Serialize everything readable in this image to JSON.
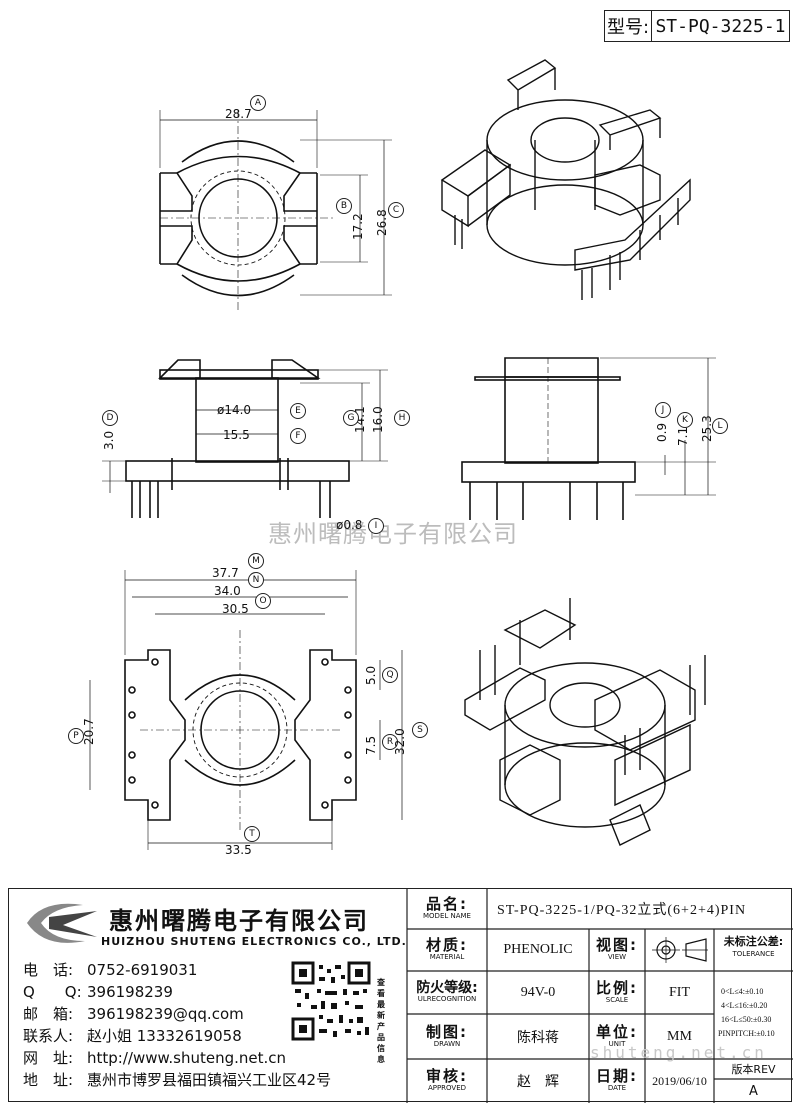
{
  "header": {
    "model_label": "型号:",
    "model_value": "ST-PQ-3225-1"
  },
  "watermark": "惠州曙腾电子有限公司",
  "watermark_url": "shuteng.net.cn",
  "drawing": {
    "top_view": {
      "dim_a": "28.7",
      "dim_b": "17.2",
      "dim_c": "26.8",
      "marks": [
        "A",
        "B",
        "C"
      ]
    },
    "side_view": {
      "dim_d": "3.0",
      "dim_e": "ø14.0",
      "dim_f": "15.5",
      "dim_g": "14.1",
      "dim_h": "16.0",
      "dim_i": "ø0.8",
      "marks": [
        "D",
        "E",
        "F",
        "G",
        "H",
        "I"
      ]
    },
    "front_view": {
      "dim_j": "0.9",
      "dim_k": "7.1",
      "dim_l": "25.3",
      "marks": [
        "J",
        "K",
        "L"
      ]
    },
    "bottom_view": {
      "dim_m": "37.7",
      "dim_n": "34.0",
      "dim_o": "30.5",
      "dim_p": "20.7",
      "dim_q": "5.0",
      "dim_r": "7.5",
      "dim_s": "32.0",
      "dim_t": "33.5",
      "marks": [
        "M",
        "N",
        "O",
        "P",
        "Q",
        "R",
        "S",
        "T"
      ]
    }
  },
  "company": {
    "name_cn": "惠州曙腾电子有限公司",
    "name_en": "HUIZHOU SHUTENG ELECTRONICS CO., LTD.",
    "contacts": [
      {
        "label": "电　话:",
        "value": "0752-6919031"
      },
      {
        "label": "Q　　Q:",
        "value": "396198239"
      },
      {
        "label": "邮　箱:",
        "value": "396198239@qq.com"
      },
      {
        "label": "联系人:",
        "value": "赵小姐 13332619058"
      },
      {
        "label": "网　址:",
        "value": "http://www.shuteng.net.cn"
      },
      {
        "label": "地　址:",
        "value": "惠州市博罗县福田镇福兴工业区42号"
      }
    ],
    "qr_caption": "查看最新产品信息"
  },
  "title_block": {
    "model_name": {
      "cn": "品名:",
      "en": "MODEL NAME",
      "value": "ST-PQ-3225-1/PQ-32立式(6+2+4)PIN"
    },
    "material": {
      "cn": "材质:",
      "en": "MATERIAL",
      "value": "PHENOLIC"
    },
    "view": {
      "cn": "视图:",
      "en": "VIEW"
    },
    "flammability": {
      "cn": "防火等级:",
      "en": "ULRECOGNITION",
      "value": "94V-0"
    },
    "scale": {
      "cn": "比例:",
      "en": "SCALE",
      "value": "FIT"
    },
    "drawn": {
      "cn": "制图:",
      "en": "DRAWN",
      "value": "陈科蒋"
    },
    "unit": {
      "cn": "单位:",
      "en": "UNIT",
      "value": "MM"
    },
    "approved": {
      "cn": "审核:",
      "en": "APPROVED",
      "value": "赵　辉"
    },
    "date": {
      "cn": "日期:",
      "en": "DATE",
      "value": "2019/06/10"
    },
    "tolerance": {
      "title_cn": "未标注公差:",
      "title_en": "TOLERANCE",
      "rows": [
        "0<L≤4:±0.10",
        "4<L≤16:±0.20",
        "16<L≤50:±0.30",
        "PINPITCH:±0.10"
      ]
    },
    "revision": {
      "label": "版本REV",
      "value": "A"
    }
  }
}
